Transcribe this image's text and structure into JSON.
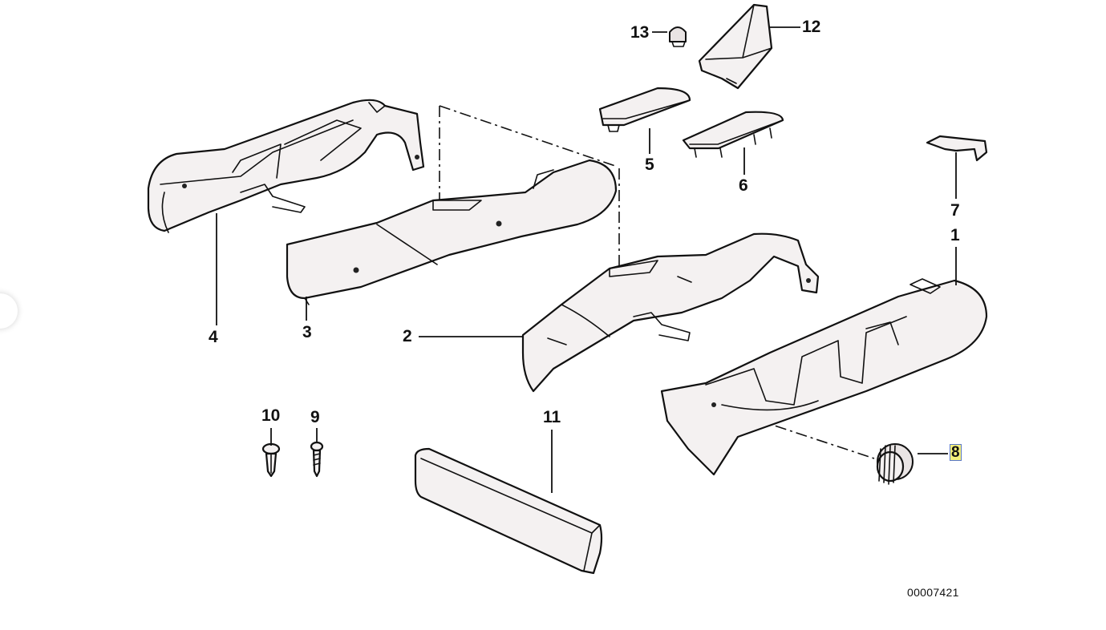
{
  "diagram": {
    "reference_number": "00007421",
    "highlighted_callout": "8",
    "callouts": [
      "13",
      "12",
      "5",
      "6",
      "7",
      "1",
      "4",
      "3",
      "2",
      "10",
      "9",
      "11",
      "8"
    ]
  },
  "colors": {
    "background": "#ffffff",
    "line": "#111111",
    "part_fill": "#f4f1f1",
    "highlight": "#f4f07a"
  }
}
